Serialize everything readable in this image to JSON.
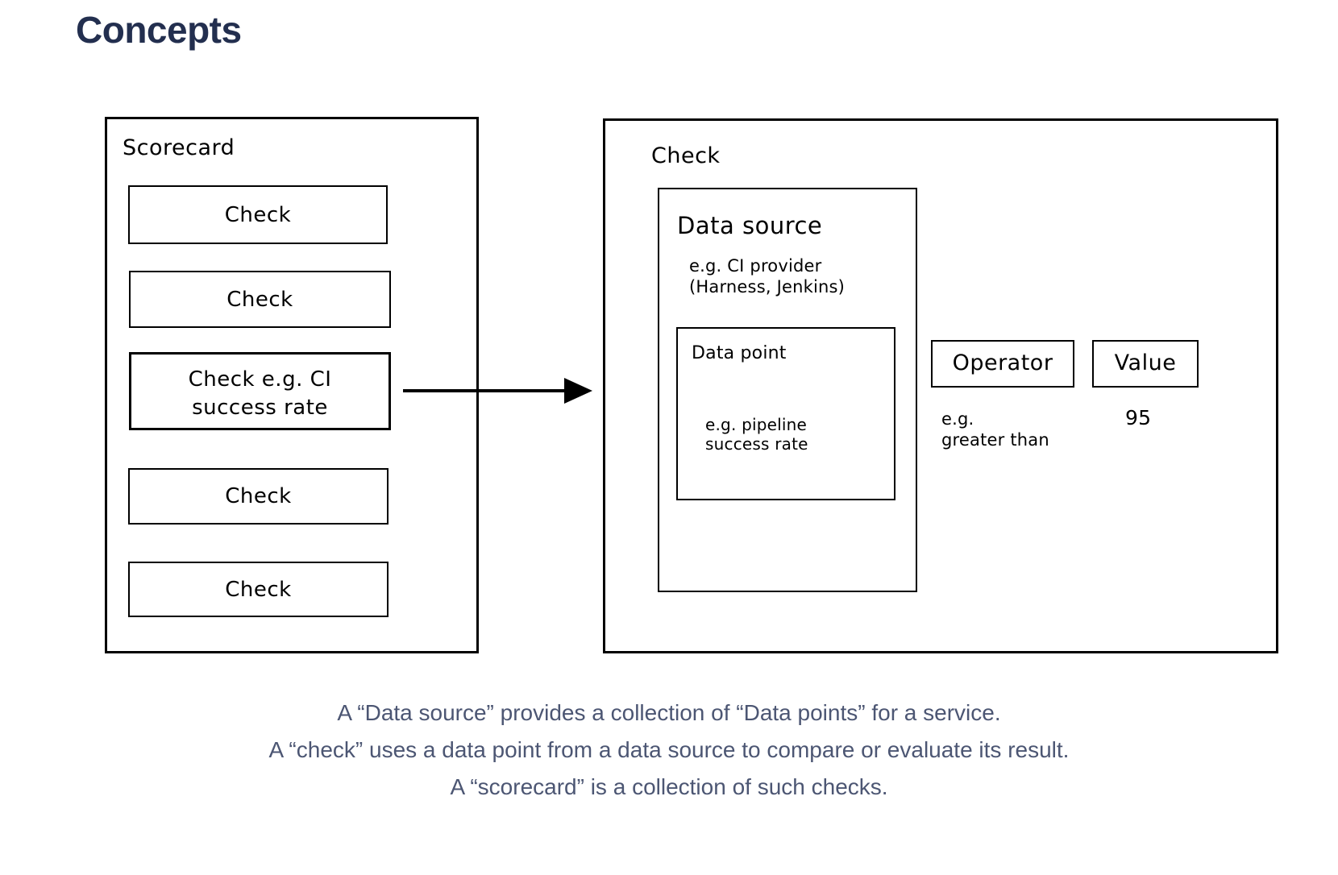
{
  "page": {
    "title": "Concepts",
    "title_color": "#232f4f",
    "background": "#ffffff",
    "stroke_color": "#000000",
    "caption_color": "#4c5673"
  },
  "diagram": {
    "scorecard": {
      "title": "Scorecard",
      "checks": [
        {
          "label": "Check"
        },
        {
          "label": "Check"
        },
        {
          "label": "Check e.g. CI\nsuccess rate",
          "line1": "Check e.g. CI",
          "line2": "success rate",
          "highlighted": true
        },
        {
          "label": "Check"
        },
        {
          "label": "Check"
        }
      ]
    },
    "arrow": {
      "name": "scorecard-to-check-arrow",
      "direction": "right"
    },
    "check_detail": {
      "title": "Check",
      "data_source": {
        "title": "Data source",
        "example_line1": "e.g. CI provider",
        "example_line2": "(Harness, Jenkins)",
        "data_point": {
          "title": "Data point",
          "example_line1": "e.g. pipeline",
          "example_line2": "success rate"
        }
      },
      "operator": {
        "title": "Operator",
        "example_line1": "e.g.",
        "example_line2": "greater than"
      },
      "value": {
        "title": "Value",
        "example": "95"
      }
    }
  },
  "caption": {
    "line1": "A “Data source” provides a collection of “Data points” for a service.",
    "line2": "A “check” uses a data point from a data source to compare or evaluate its result.",
    "line3": "A “scorecard” is a collection of such checks."
  }
}
